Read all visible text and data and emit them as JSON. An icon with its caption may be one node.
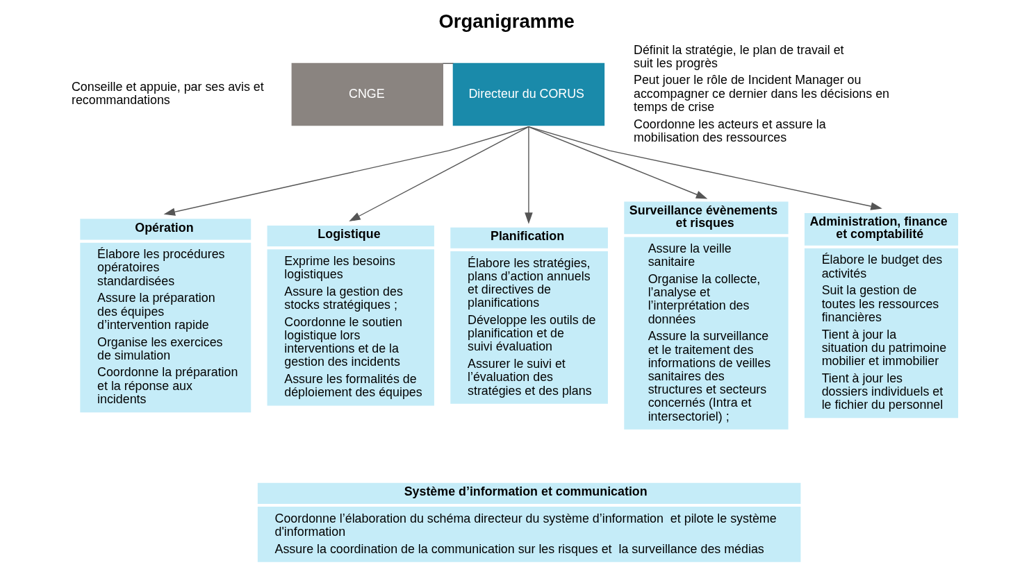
{
  "diagram": {
    "title": "Organigramme",
    "nodes": [
      {
        "text": [
          "CNGE"
        ],
        "beside": [
          "Conseille et appuie, par ses avis et recommandations"
        ]
      },
      {
        "text": [
          "Directeur du CORUS"
        ],
        "beside": [
          "Définit la stratégie, le plan de travail et suit les progrès",
          "Peut jouer le rôle de Incident Manager ou accompagner ce dernier dans les décisions en temps de crise",
          "Coordonne les acteurs et assure la mobilisation des ressources"
        ]
      },
      {
        "text": [
          "Opération",
          "Élabore les procédures opératoires standardisées",
          "Assure la préparation des équipes d’intervention rapide",
          "Organise les exercices de simulation",
          "Coordonne la préparation et la réponse aux incidents"
        ]
      },
      {
        "text": [
          "Logistique",
          "Exprime les besoins logistiques",
          "Assure la gestion des stocks stratégiques ;",
          "Coordonne le soutien logistique lors interventions et de la gestion des incidents",
          "Assure les formalités de déploiement des équipes"
        ]
      },
      {
        "text": [
          "Planification",
          "Élabore les stratégies, plans d’action annuels et directives de planifications",
          "Développe les outils de planification et de suivi évaluation",
          "Assurer le suivi et l’évaluation des stratégies et des plans"
        ]
      },
      {
        "text": [
          "Surveillance évènements et risques",
          "Assure la veille sanitaire",
          "Organise la collecte, l’analyse et l’interprétation des données",
          "Assure la surveillance et le traitement des informations de veilles sanitaires des structures et secteurs concernés (Intra et intersectoriel) ;"
        ]
      },
      {
        "text": [
          "Administration, finance et comptabilité",
          "Élabore le budget des activités",
          "Suit la gestion de toutes les ressources financières",
          "Tient à jour la situation du patrimoine mobilier et immobilier",
          "Tient à jour les dossiers individuels et le fichier du personnel"
        ]
      },
      {
        "text": [
          "Système d’information et communication",
          "Coordonne l’élaboration du schéma directeur du système d’information  et pilote le système d'information",
          "Assure la coordination de la communication sur les risques et  la surveillance des médias"
        ]
      }
    ],
    "edges": [
      {
        "from": 0,
        "to": 1,
        "arrow": "none"
      },
      {
        "from": 1,
        "to": 2,
        "arrow": "to"
      },
      {
        "from": 1,
        "to": 3,
        "arrow": "to"
      },
      {
        "from": 1,
        "to": 4,
        "arrow": "to"
      },
      {
        "from": 1,
        "to": 5,
        "arrow": "to"
      },
      {
        "from": 1,
        "to": 6,
        "arrow": "to"
      }
    ]
  }
}
